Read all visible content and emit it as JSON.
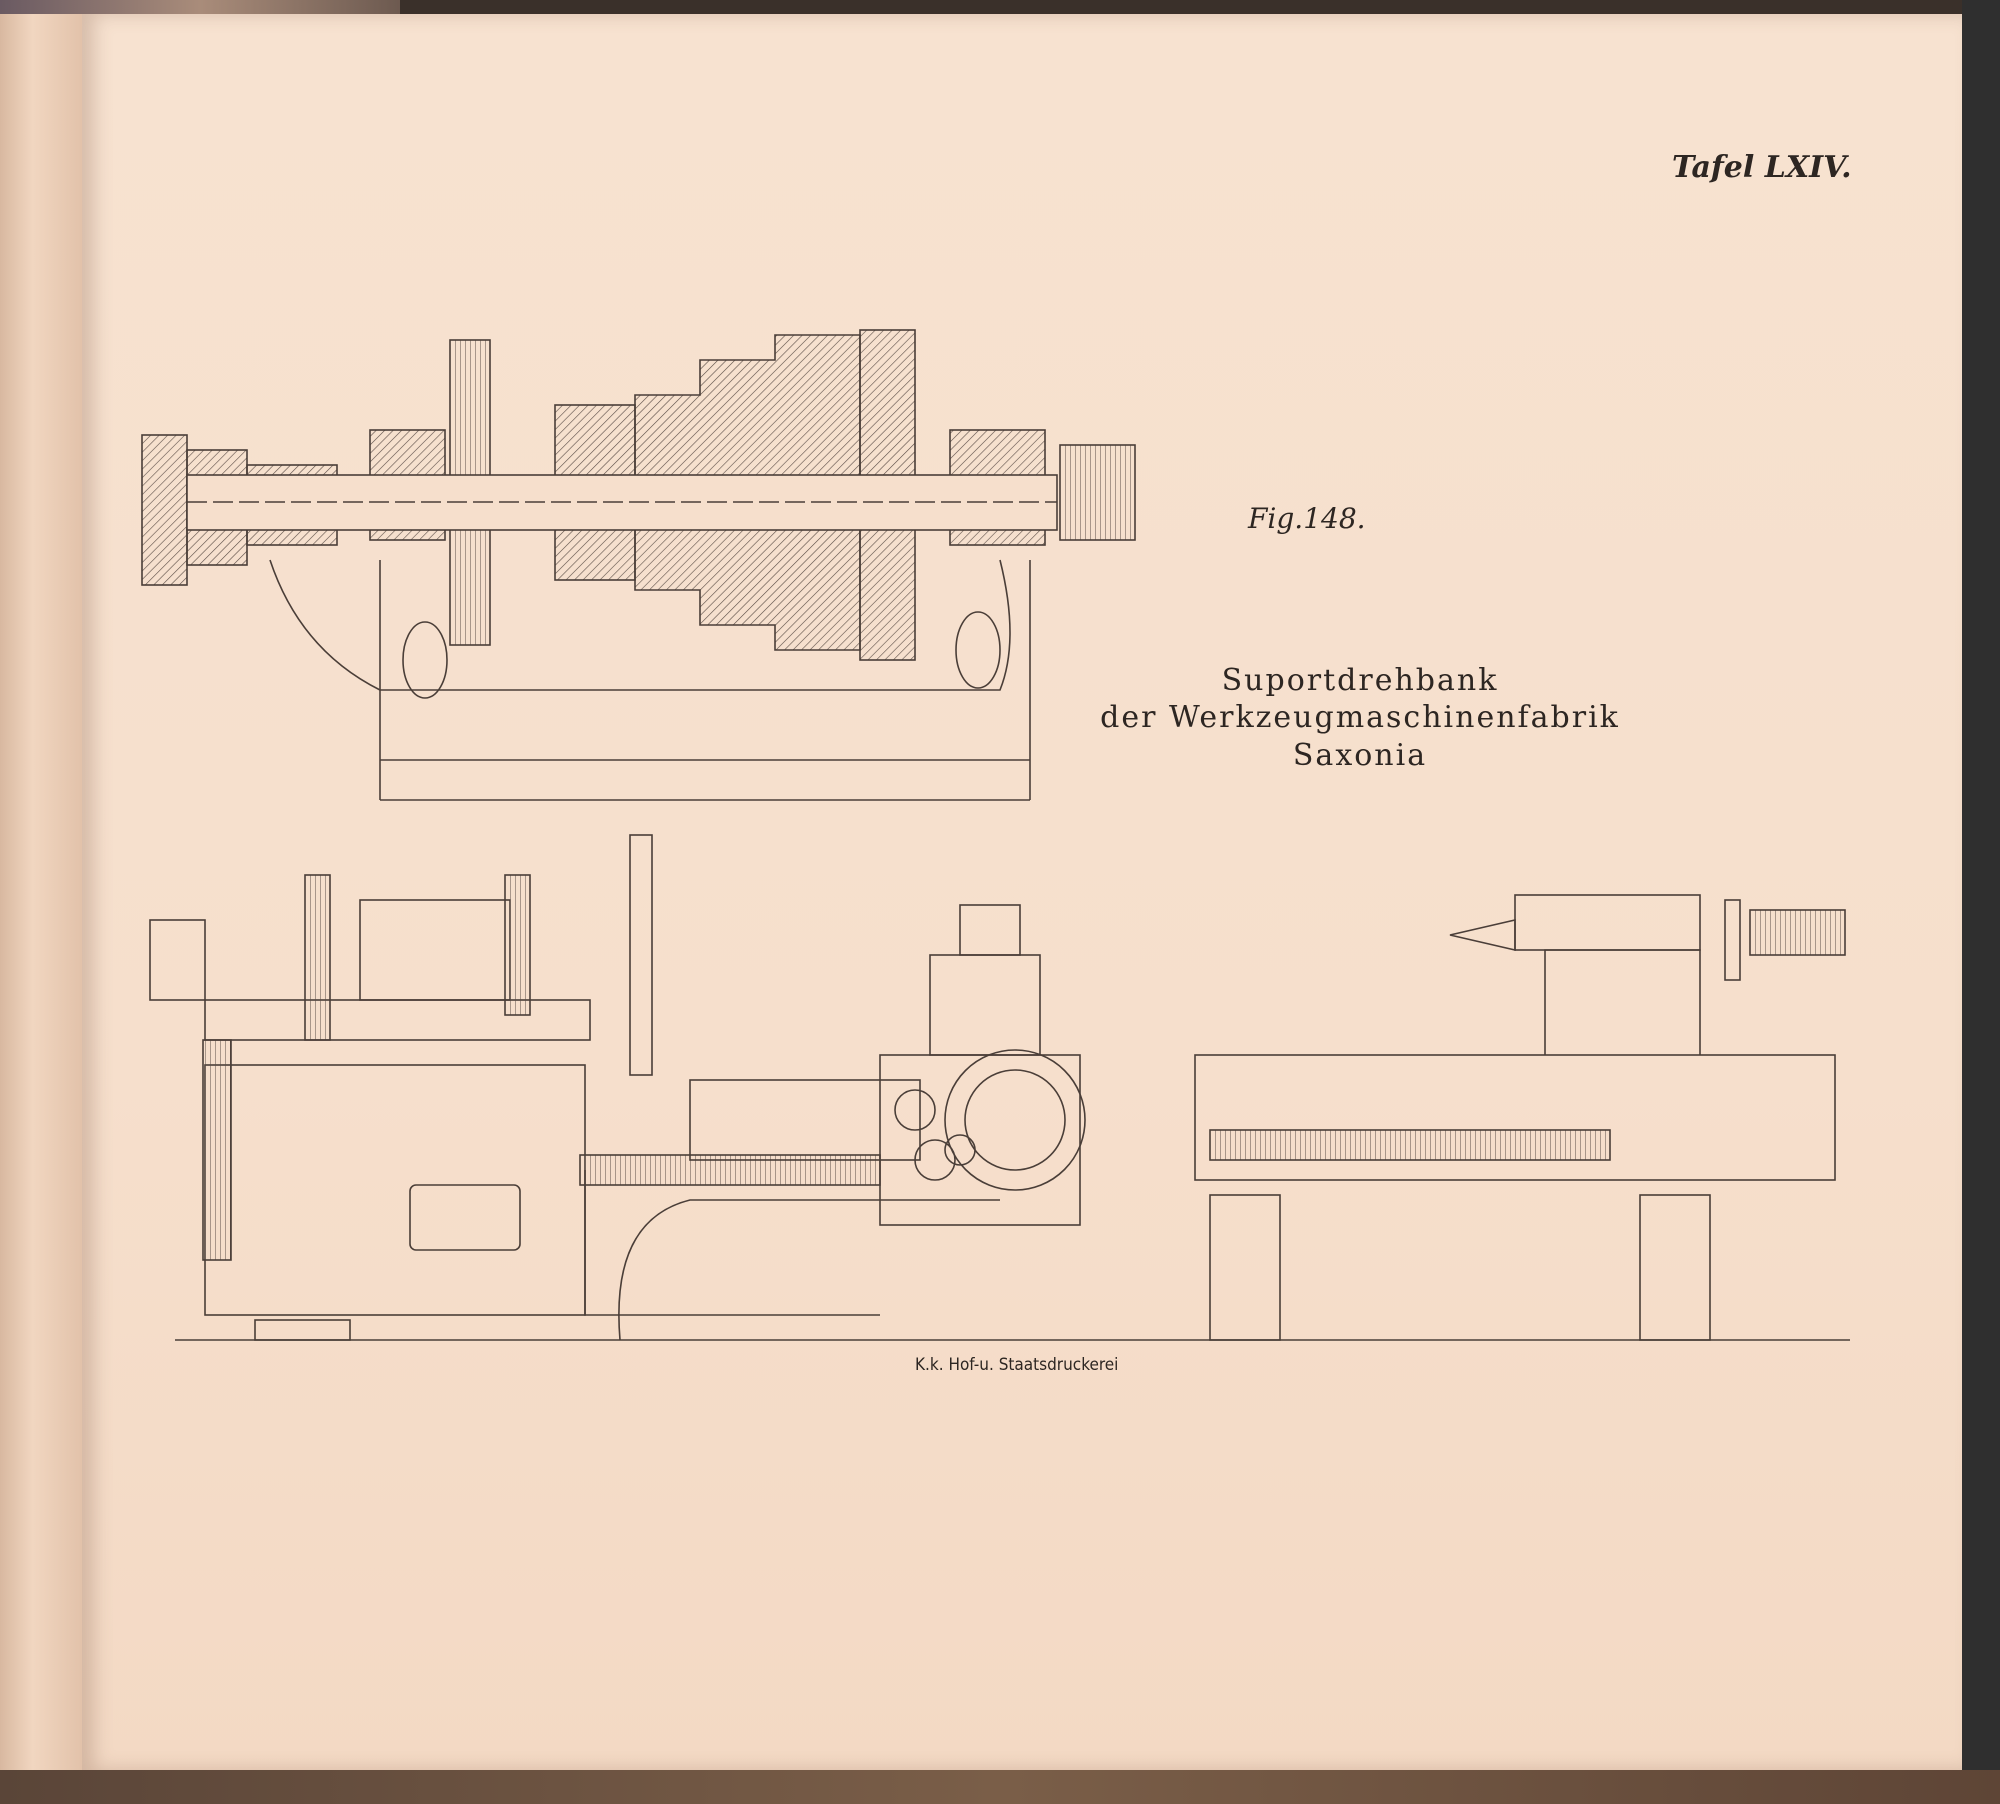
{
  "plate_label": "Tafel LXIV.",
  "figure_label": "Fig.148.",
  "title": {
    "line1": "Suportdrehbank",
    "line2": "der Werkzeugmaschinenfabrik",
    "line3": "Saxonia"
  },
  "printer": "K.k. Hof-u. Staatsdruckerei"
}
